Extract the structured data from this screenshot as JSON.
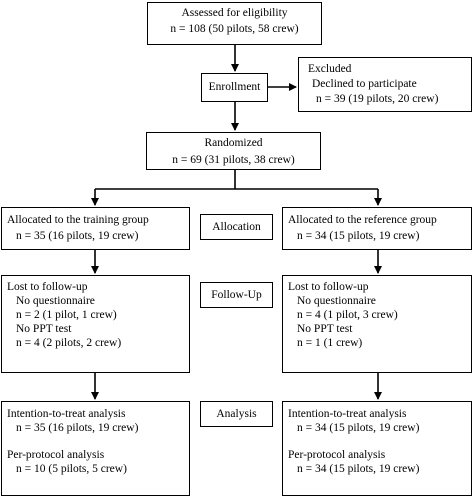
{
  "assessed": {
    "title": "Assessed for eligibility",
    "count": "n = 108 (50 pilots, 58 crew)"
  },
  "enrollment": {
    "title": "Enrollment"
  },
  "excluded": {
    "title": "Excluded",
    "reason": "Declined to participate",
    "count": "n = 39 (19 pilots, 20 crew)"
  },
  "randomized": {
    "title": "Randomized",
    "count": "n = 69 (31 pilots, 38 crew)"
  },
  "stages": {
    "allocation": "Allocation",
    "follow_up": "Follow-Up",
    "analysis": "Analysis"
  },
  "training": {
    "allocated_title": "Allocated to the training group",
    "allocated_count": "n = 35 (16 pilots, 19 crew)",
    "lost_title": "Lost to follow-up",
    "no_questionnaire": "No questionnaire",
    "no_questionnaire_count": "n = 2 (1 pilot, 1 crew)",
    "no_ppt": "No PPT test",
    "no_ppt_count": "n = 4 (2 pilots, 2 crew)",
    "itt_title": "Intention-to-treat analysis",
    "itt_count": "n = 35 (16 pilots, 19 crew)",
    "pp_title": "Per-protocol analysis",
    "pp_count": "n = 10 (5 pilots, 5 crew)"
  },
  "reference": {
    "allocated_title": "Allocated to the reference group",
    "allocated_count": "n = 34 (15 pilots, 19 crew)",
    "lost_title": "Lost to follow-up",
    "no_questionnaire": "No questionnaire",
    "no_questionnaire_count": "n = 4 (1 pilot, 3 crew)",
    "no_ppt": "No PPT test",
    "no_ppt_count": "n = 1 (1 crew)",
    "itt_title": "Intention-to-treat analysis",
    "itt_count": "n = 34 (15 pilots, 19 crew)",
    "pp_title": "Per-protocol analysis",
    "pp_count": "n = 34 (15 pilots, 19 crew)"
  }
}
